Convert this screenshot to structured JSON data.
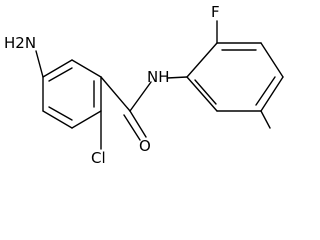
{
  "molecule": {
    "atom_labels": {
      "amine": "H2N",
      "fluorine": "F",
      "amide_nh": "NH",
      "carbonyl_oxygen": "O",
      "chlorine": "Cl"
    },
    "bond_color": "#000000",
    "label_color": "#000000",
    "background": "#ffffff"
  }
}
